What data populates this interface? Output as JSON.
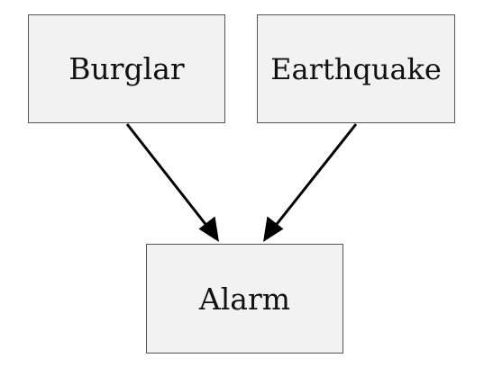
{
  "nodes": {
    "burglar": {
      "label": "Burglar"
    },
    "earthquake": {
      "label": "Earthquake"
    },
    "alarm": {
      "label": "Alarm"
    }
  },
  "edges": [
    {
      "from": "Burglar",
      "to": "Alarm"
    },
    {
      "from": "Earthquake",
      "to": "Alarm"
    }
  ]
}
